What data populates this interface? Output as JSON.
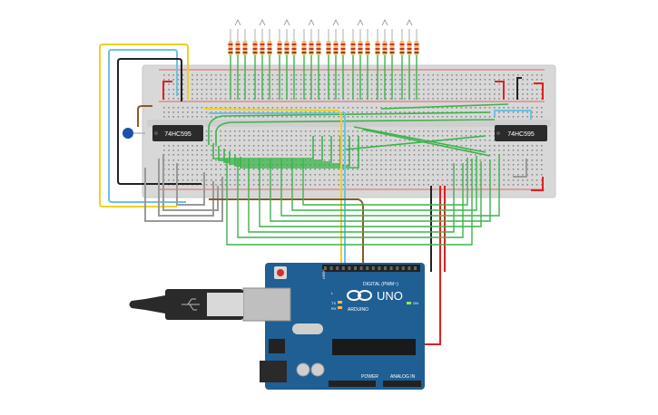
{
  "chips": {
    "left_label": "74HC595",
    "right_label": "74HC595"
  },
  "arduino": {
    "logo": "UNO",
    "brand": "ARDUINO",
    "digital_header": "DIGITAL (PWM~)",
    "power_label": "POWER",
    "analog_label": "ANALOG IN",
    "aref": "AREF",
    "on_label": "ON",
    "tx_label": "TX",
    "rx_label": "RX",
    "l_label": "L"
  },
  "resistor_count": 8,
  "colors": {
    "board_bg": "#d9d9d9",
    "wire_green": "#3cb44b",
    "wire_red": "#e02020",
    "wire_black": "#222222",
    "wire_yellow": "#f0d020",
    "wire_blue": "#6ec1e4",
    "wire_brown": "#8b5a2b",
    "wire_gray": "#9a9a9a",
    "arduino_blue": "#1f5f94",
    "capacitor": "#1d4fa8"
  }
}
